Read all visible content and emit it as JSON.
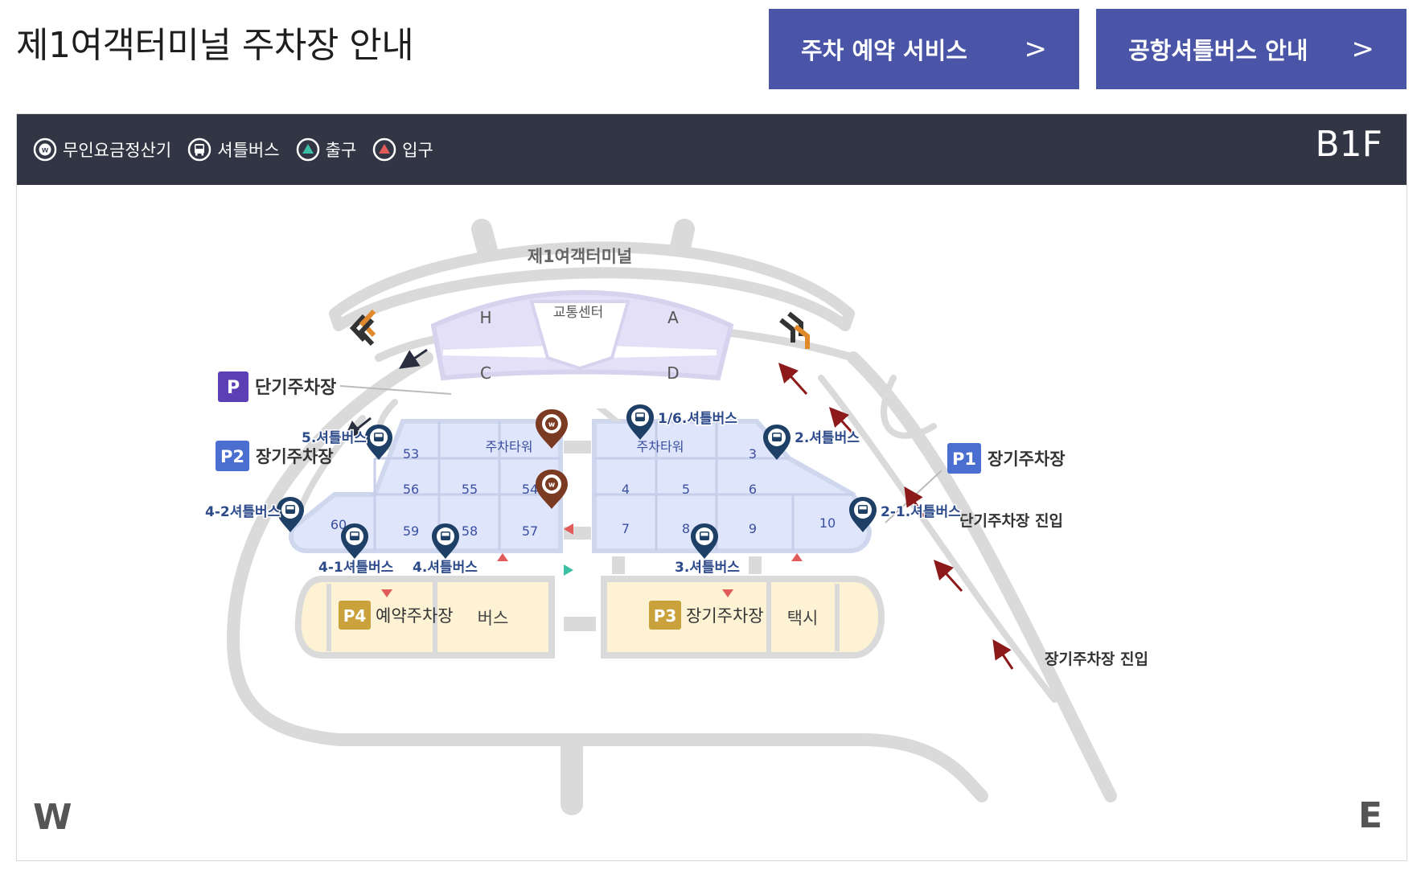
{
  "page": {
    "title": "제1여객터미널 주차장 안내"
  },
  "buttons": {
    "reservation": {
      "label": "주차 예약 서비스",
      "arrow": ">"
    },
    "shuttle_info": {
      "label": "공항셔틀버스 안내",
      "arrow": ">"
    }
  },
  "legend": {
    "pay_station": "무인요금정산기",
    "shuttle": "셔틀버스",
    "exit": "출구",
    "entrance": "입구"
  },
  "floor": "B1F",
  "compass": {
    "west": "W",
    "east": "E"
  },
  "colors": {
    "button": "#4a55a8",
    "legend_bar": "#323544",
    "parking_block": "#dfe6fb",
    "reserved_block": "#fdf2d4",
    "road": "#dadada",
    "p_short_badge": "#5c3fb5",
    "p_long_badge": "#4a6fd1",
    "p_gold_badge": "#c9a23c",
    "arrow_red": "#8d1a1a",
    "exit_teal": "#3bbfa5",
    "entrance_red": "#e25b5b",
    "shuttle_pin": "#1e3f66",
    "pay_pin": "#7b3b22"
  },
  "map": {
    "terminal": "제1여객터미널",
    "traffic_center": "교통센터",
    "zones": {
      "H": "H",
      "A": "A",
      "C": "C",
      "D": "D"
    },
    "tower_left": "주차타워",
    "tower_right": "주차타워",
    "areas": {
      "a53": "53",
      "a56": "56",
      "a55": "55",
      "a54": "54",
      "a59": "59",
      "a58": "58",
      "a57": "57",
      "a60": "60",
      "a3": "3",
      "a4": "4",
      "a5": "5",
      "a6": "6",
      "a7": "7",
      "a8": "8",
      "a9": "9",
      "a10": "10"
    },
    "lots": {
      "p": {
        "badge": "P",
        "label": "단기주차장"
      },
      "p2": {
        "badge": "P2",
        "label": "장기주차장"
      },
      "p1": {
        "badge": "P1",
        "label": "장기주차장"
      },
      "p4": {
        "badge": "P4",
        "label": "예약주차장"
      },
      "p3": {
        "badge": "P3",
        "label": "장기주차장"
      }
    },
    "bus": "버스",
    "taxi": "택시",
    "short_entry": "단기주차장 진입",
    "long_entry": "장기주차장 진입",
    "shuttle_stops": {
      "s16": "1/6.셔틀버스",
      "s2": "2.셔틀버스",
      "s21": "2-1.셔틀버스",
      "s3": "3.셔틀버스",
      "s4": "4.셔틀버스",
      "s41": "4-1셔틀버스",
      "s42": "4-2셔틀버스",
      "s5": "5.셔틀버스"
    }
  }
}
